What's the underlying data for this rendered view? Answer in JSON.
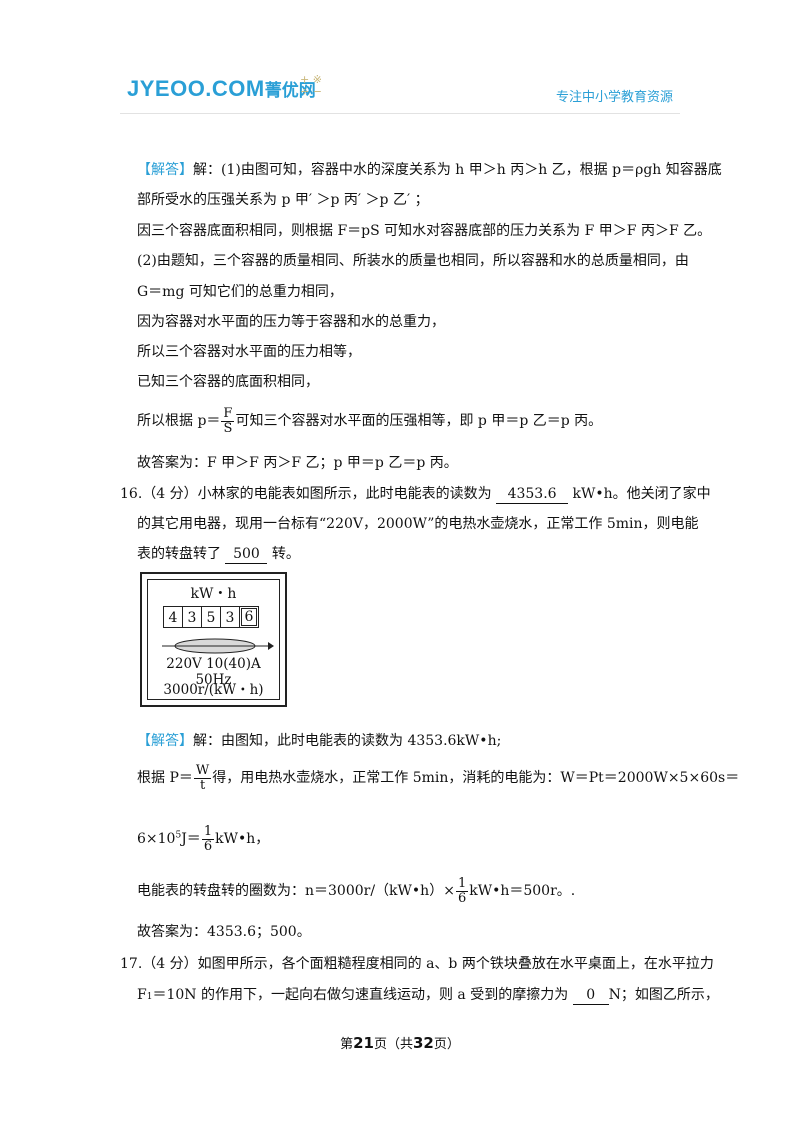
{
  "header": {
    "logo": "JYEOO.COM",
    "logo_cn": "菁优网",
    "slogan": "专注中小学教育资源"
  },
  "answer15": {
    "tag": "【解答】",
    "l1": "解：(1)由图可知，容器中水的深度关系为 h 甲＞h 丙＞h 乙，根据 p＝ρgh 知容器底",
    "l2": "部所受水的压强关系为 p 甲′ ＞p 丙′ ＞p 乙′ ；",
    "l3": "因三个容器底面积相同，则根据 F＝pS 可知水对容器底部的压力关系为 F 甲＞F 丙＞F 乙。",
    "l4": "(2)由题知，三个容器的质量相同、所装水的质量也相同，所以容器和水的总质量相同，由",
    "l5": "G＝mg 可知它们的总重力相同，",
    "l6": "因为容器对水平面的压力等于容器和水的总重力，",
    "l7": "所以三个容器对水平面的压力相等，",
    "l8": "已知三个容器的底面积相同，",
    "l9_pre": "所以根据 p＝",
    "l9_num": "F",
    "l9_den": "S",
    "l9_post": "可知三个容器对水平面的压强相等，即 p 甲＝p 乙＝p 丙。",
    "result": "故答案为：F 甲＞F 丙＞F 乙；p 甲＝p 乙＝p 丙。"
  },
  "q16": {
    "l1_pre": "16.（4 分）小林家的电能表如图所示，此时电能表的读数为",
    "blank1": "4353.6",
    "l1_post": "kW•h。他关闭了家中",
    "l2": "的其它用电器，现用一台标有“220V，2000W”的电热水壶烧水，正常工作 5min，则电能",
    "l3_pre": "表的转盘转了",
    "blank2": "500",
    "l3_post": "转。"
  },
  "meter": {
    "unit": "kW・h",
    "digits": [
      "4",
      "3",
      "5",
      "3",
      "6"
    ],
    "spec1": "220V 10(40)A 50Hz",
    "spec2": "3000r/(kW・h)"
  },
  "answer16": {
    "tag": "【解答】",
    "l1": "解：由图知，此时电能表的读数为 4353.6kW•h;",
    "l2_pre": "根据 P＝",
    "l2_num": "W",
    "l2_den": "t",
    "l2_post": "得，用电热水壶烧水，正常工作 5min，消耗的电能为：W＝Pt＝2000W×5×60s＝",
    "l3_pre": "6×10",
    "l3_sup": "5",
    "l3_mid": "J＝",
    "l3_num": "1",
    "l3_den": "6",
    "l3_post": "kW•h，",
    "l4_pre": "电能表的转盘转的圈数为：n＝3000r/（kW•h）×",
    "l4_num": "1",
    "l4_den": "6",
    "l4_post": "kW•h＝500r。.",
    "result": "故答案为：4353.6；500。"
  },
  "q17": {
    "l1": "17.（4 分）如图甲所示，各个面粗糙程度相同的 a、b 两个铁块叠放在水平桌面上，在水平拉力",
    "l2_pre": "F",
    "l2_sub": "1",
    "l2_mid": "＝10N 的作用下，一起向右做匀速直线运动，则 a 受到的摩擦力为",
    "blank": "0",
    "l2_post": "N；如图乙所示，"
  },
  "footer": {
    "pre": "第",
    "page": "21",
    "mid": "页（共",
    "total": "32",
    "post": "页）"
  }
}
